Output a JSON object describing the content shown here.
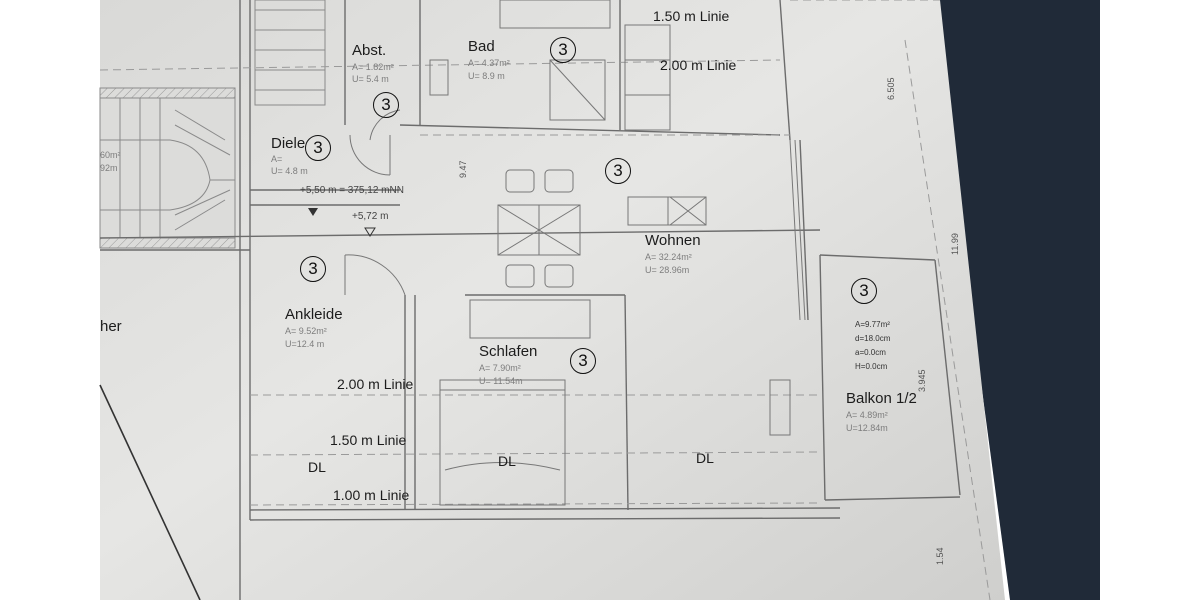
{
  "rooms": {
    "abst": {
      "name": "Abst.",
      "area": "A= 1.82m²",
      "perimeter": "U= 5.4 m"
    },
    "bad": {
      "name": "Bad",
      "area": "A= 4.37m²",
      "perimeter": "U= 8.9 m"
    },
    "diele": {
      "name": "Diele",
      "area": "A=",
      "perimeter": "U= 4.8 m"
    },
    "wohnen": {
      "name": "Wohnen",
      "area": "A= 32.24m²",
      "perimeter": "U= 28.96m"
    },
    "ankleide": {
      "name": "Ankleide",
      "area": "A= 9.52m²",
      "perimeter": "U=12.4 m"
    },
    "schlafen": {
      "name": "Schlafen",
      "area": "A= 7.90m²",
      "perimeter": "U= 11.54m"
    },
    "balkon": {
      "name": "Balkon 1/2",
      "area": "A= 4.89m²",
      "perimeter": "U=12.84m",
      "specs": [
        "A=9.77m²",
        "d=18.0cm",
        "a=0.0cm",
        "H=0.0cm"
      ]
    }
  },
  "left_fragments": {
    "area": "60m²",
    "perimeter": "92m",
    "room_partial": "her"
  },
  "height_lines": {
    "top_150": "1.50 m Linie",
    "top_200": "2.00 m Linie",
    "mid_200": "2.00 m Linie",
    "mid_150": "1.50 m Linie",
    "bot_100": "1.00 m Linie"
  },
  "dl_labels": [
    "DL",
    "DL",
    "DL"
  ],
  "elevations": {
    "level1": "+5,50 m = 375,12 mNN",
    "level2": "+5,72 m"
  },
  "dimensions": {
    "d1": "9.47",
    "d2": "6.505",
    "d3": "11.99",
    "d4": "3.945",
    "d5": "1.54"
  },
  "circled_mark": "3"
}
